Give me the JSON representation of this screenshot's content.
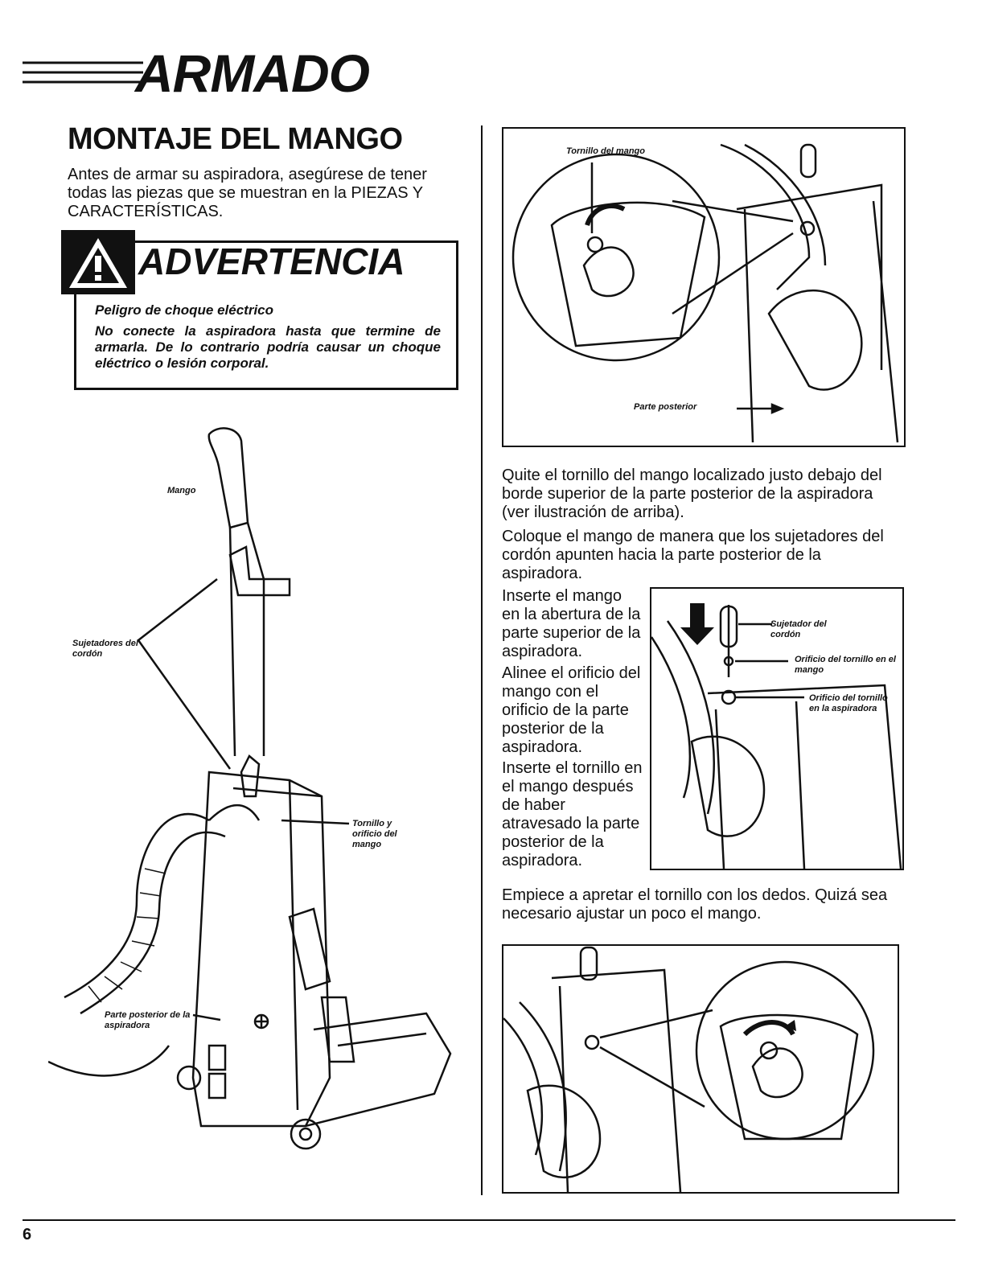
{
  "header": {
    "title": "ARMADO"
  },
  "section": {
    "title": "MONTAJE DEL MANGO",
    "intro": "Antes de armar su aspiradora, asegúrese de tener todas las piezas que se muestran en la PIEZAS Y CARACTERÍSTICAS."
  },
  "warning": {
    "title": "ADVERTENCIA",
    "subtitle": "Peligro de choque eléctrico",
    "text": "No conecte la aspiradora hasta que termine de armarla. De lo contrario podría causar un choque eléctrico o lesión corporal."
  },
  "figure_main": {
    "label_mango": "Mango",
    "label_sujetadores": "Sujetadores del cordón",
    "label_tornillo": "Tornillo y orificio del mango",
    "label_parte": "Parte posterior de la aspiradora"
  },
  "figure_top": {
    "label_tornillo": "Tornillo del mango",
    "label_parte": "Parte posterior"
  },
  "steps": {
    "p1": "Quite el tornillo del mango localizado justo debajo del borde superior de la parte posterior de la aspiradora (ver ilustración de arriba).",
    "p2": "Coloque el mango de manera que los sujetadores del cordón apunten hacia la parte posterior de la aspiradora.",
    "p3": "Inserte el mango en la abertura de la parte superior de la aspiradora.",
    "p4": "Alinee el orificio del mango con el orificio de la parte posterior de la aspiradora.",
    "p5": "Inserte el tornillo en el mango después de haber atravesado la parte posterior de la aspiradora.",
    "p6": "Empiece a apretar el tornillo con los dedos. Quizá sea necesario ajustar un poco el mango."
  },
  "figure_mid": {
    "label_sujetador": "Sujetador del cordón",
    "label_orificio_mango": "Orificio del tornillo en el mango",
    "label_orificio_asp": "Orificio del tornillo en la aspiradora"
  },
  "footer": {
    "page_number": "6"
  }
}
